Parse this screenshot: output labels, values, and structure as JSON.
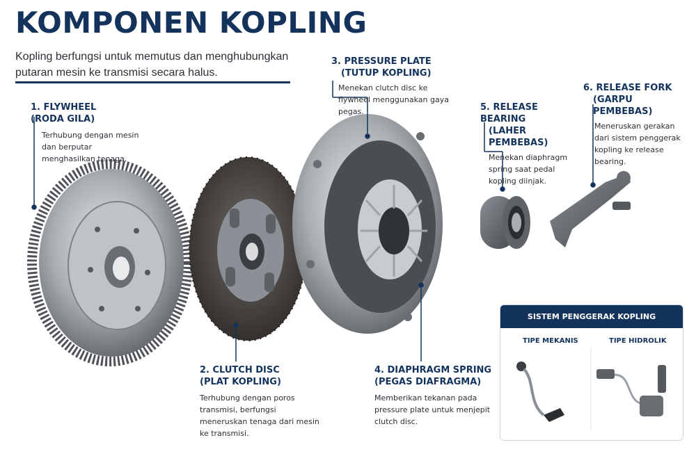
{
  "title": "KOMPONEN KOPLING",
  "subtitle": "Kopling berfungsi untuk memutus dan menghubungkan putaran mesin ke transmisi secara halus.",
  "components": [
    {
      "heading": "1. FLYWHEEL",
      "subheading": "(RODA GILA)",
      "description": "Terhubung dengan mesin dan berputar menghasilkan tenaga."
    },
    {
      "heading": "2. CLUTCH DISC",
      "subheading": "(PLAT KOPLING)",
      "description": "Terhubung dengan poros transmisi, berfungsi meneruskan tenaga dari mesin ke transmisi."
    },
    {
      "heading": "3. PRESSURE PLATE",
      "subheading": "(TUTUP KOPLING)",
      "description": "Menekan clutch disc ke flywheel menggunakan gaya pegas."
    },
    {
      "heading": "4. DIAPHRAGM SPRING",
      "subheading": "(PEGAS DIAFRAGMA)",
      "description": "Memberikan tekanan pada pressure plate untuk menjepit clutch disc."
    },
    {
      "heading": "5. RELEASE BEARING",
      "subheading": "(LAHER PEMBEBAS)",
      "description": "Menekan diaphragm spring saat pedal kopling diinjak."
    },
    {
      "heading": "6. RELEASE FORK",
      "subheading": "(GARPU PEMBEBAS)",
      "description": "Meneruskan gerakan dari sistem penggerak kopling ke release bearing."
    }
  ],
  "drive_system": {
    "title": "SISTEM PENGGERAK KOPLING",
    "types": [
      "TIPE MEKANIS",
      "TIPE HIDROLIK"
    ]
  },
  "colors": {
    "accent": "#13335c",
    "metal": "#9aa0a6",
    "friction": "#3a3632"
  }
}
